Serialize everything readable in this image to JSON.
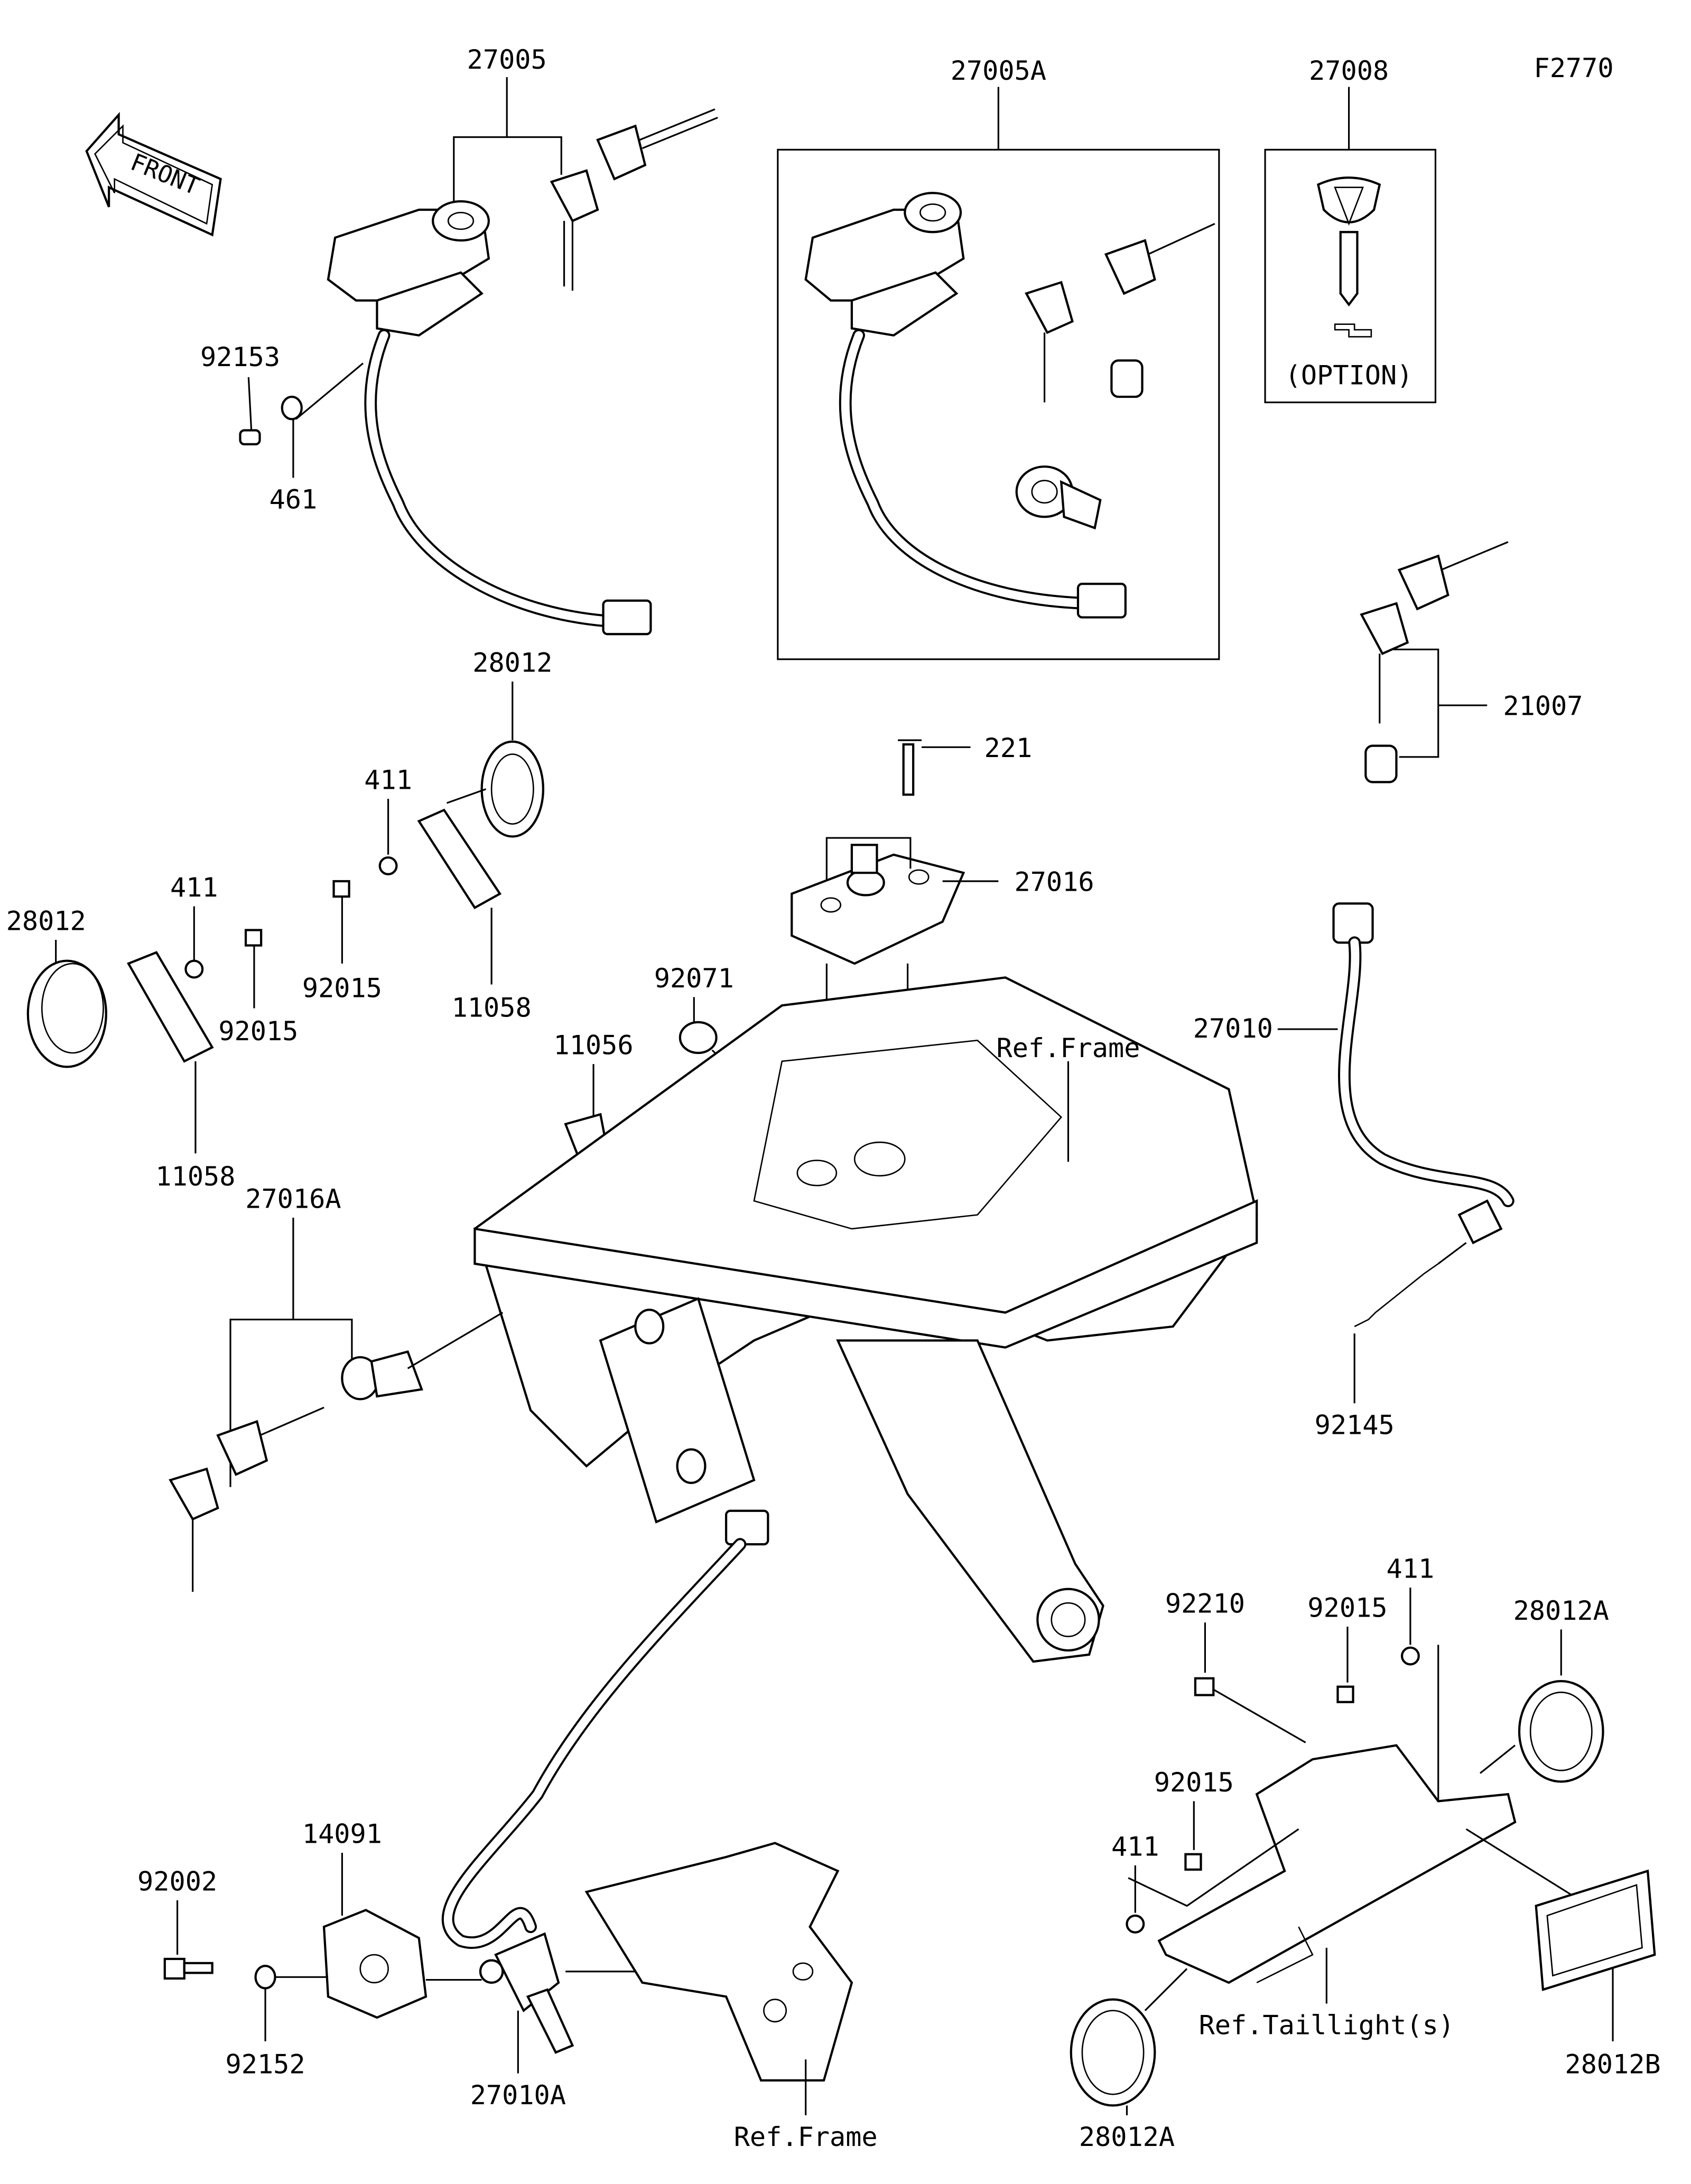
{
  "diagram_id": "F2770",
  "front_marker": "FRONT",
  "option_note": "(OPTION)",
  "labels": {
    "p27005": "27005",
    "p27005A": "27005A",
    "p27008": "27008",
    "p92153": "92153",
    "p461": "461",
    "p28012_top": "28012",
    "p221": "221",
    "p21007": "21007",
    "p411_a": "411",
    "p27016": "27016",
    "p411_b": "411",
    "p28012_left": "28012",
    "p92015_a": "92015",
    "p11058_a": "11058",
    "p92015_b": "92015",
    "p92071": "92071",
    "p27010": "27010",
    "ref_frame_top": "Ref.Frame",
    "p11056": "11056",
    "p11058_b": "11058",
    "p27016A": "27016A",
    "p92145": "92145",
    "p92210": "92210",
    "p411_c": "411",
    "p92015_c": "92015",
    "p28012A_a": "28012A",
    "p92015_d": "92015",
    "p14091": "14091",
    "p92002": "92002",
    "p411_d": "411",
    "ref_taillight": "Ref.Taillight(s)",
    "p28012B": "28012B",
    "p92152": "92152",
    "p27010A": "27010A",
    "ref_frame_bottom": "Ref.Frame",
    "p28012A_b": "28012A"
  }
}
